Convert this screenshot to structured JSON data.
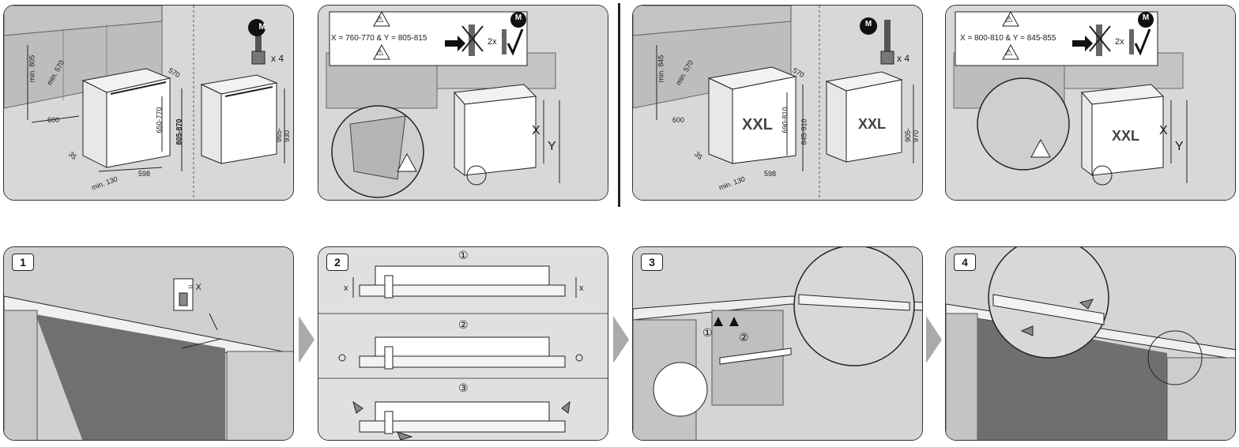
{
  "top_row": {
    "panel1": {
      "dims": {
        "min_height": "min. 805",
        "min_depth": "min. 570",
        "width_600": "600",
        "depth_570": "570",
        "height_range": "650-770",
        "total_range": "805-870",
        "toe_35": "35",
        "width_598": "598",
        "toe_min": "min. 130",
        "right_height": "865-930"
      },
      "qty": "x 4"
    },
    "panel2": {
      "formula": "X = 760-770 & Y = 805-815",
      "count": "2x",
      "x_label": "X",
      "y_label": "Y"
    },
    "panel3": {
      "dims": {
        "min_height": "min. 845",
        "min_depth": "min. 570",
        "width_600": "600",
        "depth_570": "570",
        "height_range": "690-810",
        "total_range": "845-910",
        "toe_35": "35",
        "width_598": "598",
        "toe_min": "min. 130",
        "right_height": "905-970"
      },
      "badge": "XXL",
      "qty": "x 4"
    },
    "panel4": {
      "formula": "X = 800-810 & Y = 845-855",
      "count": "2x",
      "badge": "XXL",
      "x_label": "X",
      "y_label": "Y"
    }
  },
  "bottom_row": {
    "step1": {
      "number": "1",
      "gauge_label": "= X"
    },
    "step2": {
      "number": "2",
      "sub_steps": [
        "①",
        "②",
        "③"
      ],
      "x_label": "x"
    },
    "step3": {
      "number": "3",
      "markers": [
        "①",
        "②"
      ]
    },
    "step4": {
      "number": "4"
    }
  },
  "icons": {
    "brand_symbol": "M",
    "warning": "⚠"
  }
}
